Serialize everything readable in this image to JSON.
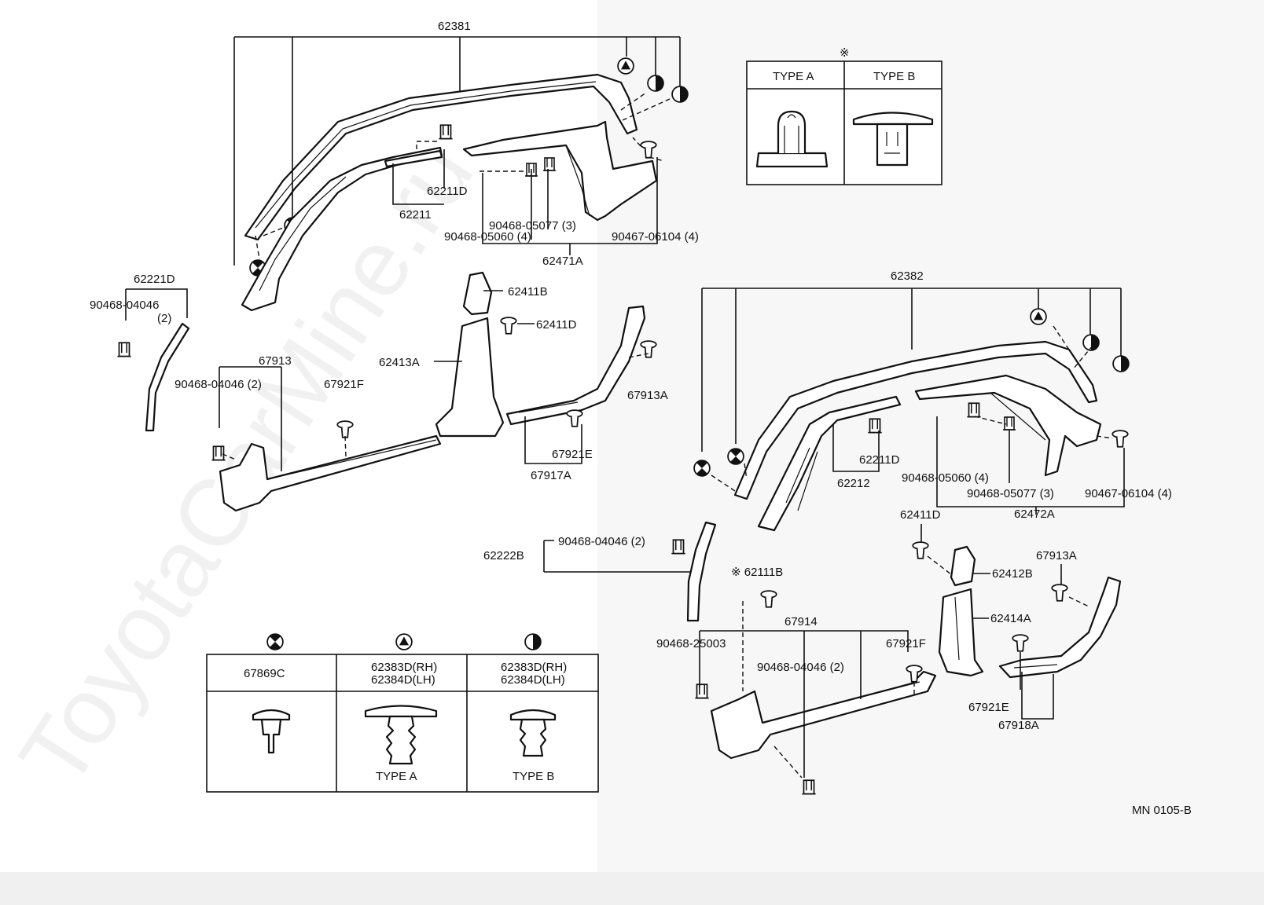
{
  "watermark": "ToyotaCarMine.ru",
  "code": "MN 0105-B",
  "labels": {
    "p62381": "62381",
    "p62211D_a": "62211D",
    "p62211": "62211",
    "p90468_05077_a": "90468-05077 (3)",
    "p90468_05060_a": "90468-05060 (4)",
    "p90467_06104_a": "90467-06104 (4)",
    "p62471A": "62471A",
    "p62221D": "62221D",
    "p90468_04046_a": "90468-04046",
    "p90468_04046_a2": "(2)",
    "p62411B": "62411B",
    "p62411D_a": "62411D",
    "p67913": "67913",
    "p62413A": "62413A",
    "p90468_04046_b": "90468-04046 (2)",
    "p67921F_a": "67921F",
    "p67913A_a": "67913A",
    "p67921E_a": "67921E",
    "p67917A": "67917A",
    "p62382": "62382",
    "p62211D_b": "62211D",
    "p62212": "62212",
    "p90468_05060_b": "90468-05060 (4)",
    "p90468_05077_b": "90468-05077 (3)",
    "p90467_06104_b": "90467-06104 (4)",
    "p62472A": "62472A",
    "p62411D_b": "62411D",
    "p62222B": "62222B",
    "p90468_04046_c": "90468-04046 (2)",
    "p67913A_b": "67913A",
    "p62412B": "62412B",
    "p62111B": "※ 62111B",
    "p62414A": "62414A",
    "p67914": "67914",
    "p90468_25003": "90468-25003",
    "p67921F_b": "67921F",
    "p90468_04046_d": "90468-04046 (2)",
    "p67921E_b": "67921E",
    "p67918A": "67918A"
  },
  "type_table": {
    "asterisk": "※",
    "type_a": "TYPE A",
    "type_b": "TYPE B"
  },
  "clip_table": {
    "col1": "67869C",
    "col2_rh": "62383D(RH)",
    "col2_lh": "62384D(LH)",
    "col3_rh": "62383D(RH)",
    "col3_lh": "62384D(LH)",
    "type_a": "TYPE A",
    "type_b": "TYPE B"
  }
}
